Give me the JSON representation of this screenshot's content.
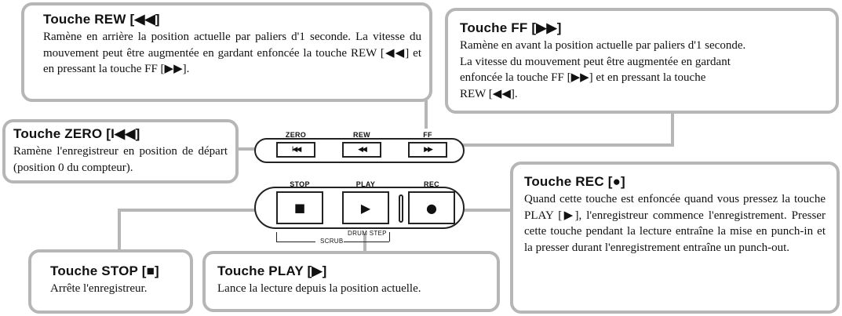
{
  "callouts": {
    "rew": {
      "title": "Touche REW [◀◀]",
      "text": "Ramène en arrière la position actuelle par paliers d'1 seconde. La vitesse du mouvement peut être augmentée en gardant enfoncée la touche REW [◀◀] et en pressant la touche FF [▶▶]."
    },
    "ff": {
      "title": "Touche FF [▶▶]",
      "line1": "Ramène en avant la position actuelle par paliers d'1 seconde.",
      "line2": "La vitesse du mouvement peut être augmentée en gardant",
      "line3": "enfoncée la touche FF [▶▶] et en pressant la touche",
      "line4": "REW [◀◀]."
    },
    "zero": {
      "title": "Touche ZERO [I◀◀]",
      "text": "Ramène l'enregistreur en position de départ (position 0 du compteur)."
    },
    "rec": {
      "title": "Touche REC [●]",
      "text": "Quand cette touche est enfoncée quand vous pressez la touche PLAY [▶], l'enregistreur commence l'enregistrement. Presser cette touche pendant la lecture entraîne la mise en punch-in et la presser durant l'enregistrement entraîne un punch-out."
    },
    "stop": {
      "title": "Touche STOP [■]",
      "text": "Arrête l'enregistreur."
    },
    "play": {
      "title": "Touche PLAY [▶]",
      "text": "Lance la lecture depuis la position actuelle."
    }
  },
  "panel": {
    "labels": {
      "zero": "ZERO",
      "rew": "REW",
      "ff": "FF",
      "stop": "STOP",
      "play": "PLAY",
      "rec": "REC"
    },
    "drum_step": "DRUM STEP",
    "scrub": "SCRUB",
    "icons": {
      "zero": "I◀◀",
      "rew": "◀◀",
      "ff": "▶▶",
      "stop": "■",
      "play": "▶",
      "rec": "●"
    }
  }
}
